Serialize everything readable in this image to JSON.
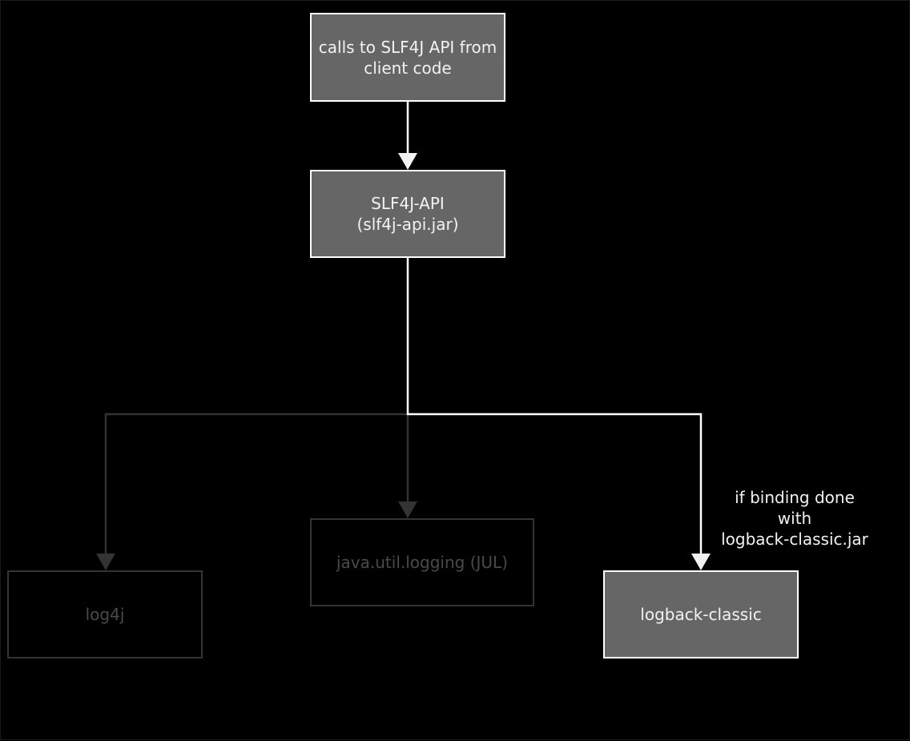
{
  "diagram": {
    "nodes": {
      "client_code": {
        "label": "calls to SLF4J API from\nclient code",
        "state": "active"
      },
      "slf4j_api": {
        "label": "SLF4J-API\n(slf4j-api.jar)",
        "state": "active"
      },
      "log4j": {
        "label": "log4j",
        "state": "inactive"
      },
      "jul": {
        "label": "java.util.logging (JUL)",
        "state": "inactive"
      },
      "logback_classic": {
        "label": "logback-classic",
        "state": "active"
      }
    },
    "edges": [
      {
        "from": "client_code",
        "to": "slf4j_api",
        "state": "active"
      },
      {
        "from": "slf4j_api",
        "to": "log4j",
        "state": "inactive"
      },
      {
        "from": "slf4j_api",
        "to": "jul",
        "state": "inactive"
      },
      {
        "from": "slf4j_api",
        "to": "logback_classic",
        "state": "active",
        "label": "if binding done\nwith\nlogback-classic.jar"
      }
    ],
    "colors": {
      "background": "#000000",
      "active_fill": "#666666",
      "active_stroke": "#ffffff",
      "active_text": "#f2f2f2",
      "inactive_stroke": "#333333",
      "inactive_text": "#4a4a4a"
    }
  }
}
